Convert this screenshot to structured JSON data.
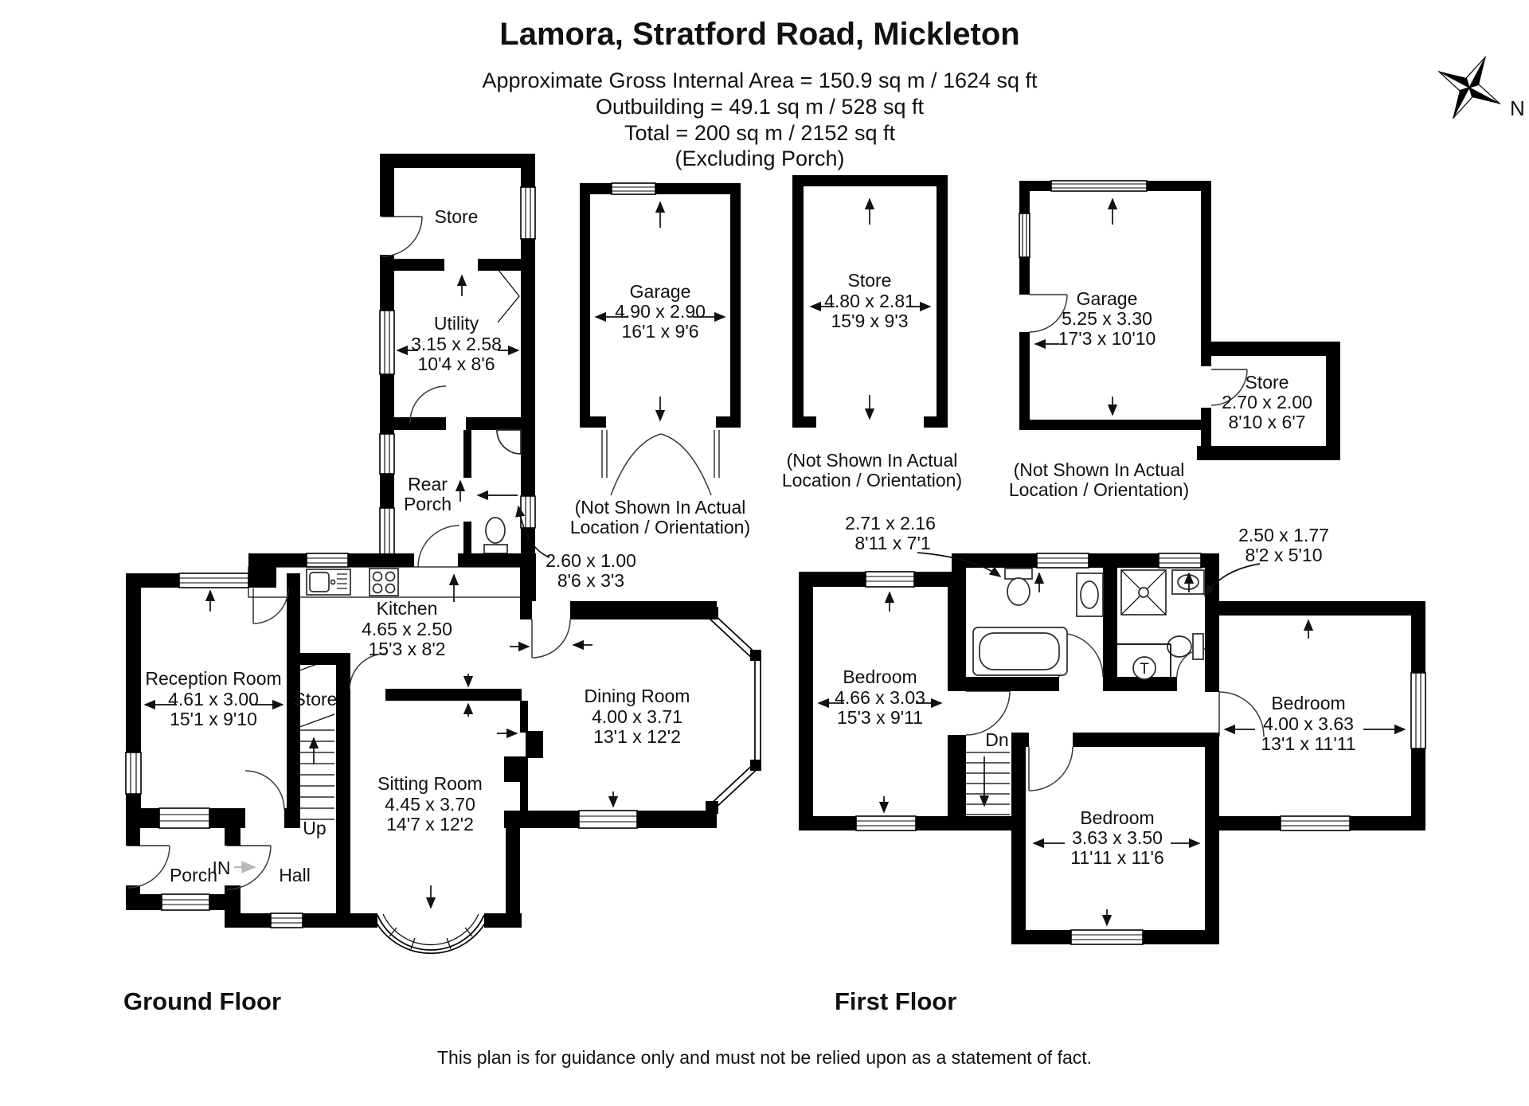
{
  "header": {
    "title": "Lamora, Stratford Road, Mickleton",
    "area_line": "Approximate Gross Internal Area = 150.9 sq m / 1624 sq ft",
    "outbuilding_line": "Outbuilding = 49.1 sq m / 528 sq ft",
    "total_line": "Total = 200 sq m / 2152 sq ft",
    "excluding_line": "(Excluding Porch)"
  },
  "compass": {
    "north": "N"
  },
  "floors": {
    "ground": {
      "label": "Ground Floor"
    },
    "first": {
      "label": "First Floor"
    }
  },
  "rooms": {
    "store_rear": {
      "name": "Store"
    },
    "utility": {
      "name": "Utility",
      "metric": "3.15 x 2.58",
      "imperial": "10'4 x 8'6"
    },
    "rear_porch": {
      "line1": "Rear",
      "line2": "Porch"
    },
    "wc": {
      "metric": "2.60 x 1.00",
      "imperial": "8'6 x 3'3"
    },
    "kitchen": {
      "name": "Kitchen",
      "metric": "4.65 x 2.50",
      "imperial": "15'3 x 8'2"
    },
    "reception": {
      "name": "Reception Room",
      "metric": "4.61 x 3.00",
      "imperial": "15'1 x 9'10"
    },
    "store_stairs": {
      "name": "Store"
    },
    "sitting": {
      "name": "Sitting Room",
      "metric": "4.45 x 3.70",
      "imperial": "14'7 x 12'2"
    },
    "dining": {
      "name": "Dining Room",
      "metric": "4.00 x 3.71",
      "imperial": "13'1 x 12'2"
    },
    "porch": {
      "name": "Porch"
    },
    "hall": {
      "name": "Hall"
    },
    "in_label": "IN",
    "up_label": "Up"
  },
  "outbuildings": {
    "note_line1": "(Not Shown In Actual",
    "note_line2": "Location / Orientation)",
    "garage1": {
      "name": "Garage",
      "metric": "4.90 x 2.90",
      "imperial": "16'1 x 9'6"
    },
    "store1": {
      "name": "Store",
      "metric": "4.80 x 2.81",
      "imperial": "15'9 x 9'3"
    },
    "garage2": {
      "name": "Garage",
      "metric": "5.25 x 3.30",
      "imperial": "17'3 x 10'10"
    },
    "store2": {
      "name": "Store",
      "metric": "2.70 x 2.00",
      "imperial": "8'10 x 6'7"
    }
  },
  "first_floor": {
    "bedroom1": {
      "name": "Bedroom",
      "metric": "4.66 x 3.03",
      "imperial": "15'3 x 9'11"
    },
    "bedroom2": {
      "name": "Bedroom",
      "metric": "4.00 x 3.63",
      "imperial": "13'1 x 11'11"
    },
    "bedroom3": {
      "name": "Bedroom",
      "metric": "3.63 x 3.50",
      "imperial": "11'11 x 11'6"
    },
    "bathroom": {
      "metric": "2.71 x 2.16",
      "imperial": "8'11 x 7'1"
    },
    "shower": {
      "metric": "2.50 x 1.77",
      "imperial": "8'2 x 5'10"
    },
    "dn_label": "Dn",
    "tank_label": "T"
  },
  "footer": "This plan is for guidance only and must not be relied upon as a statement of fact."
}
